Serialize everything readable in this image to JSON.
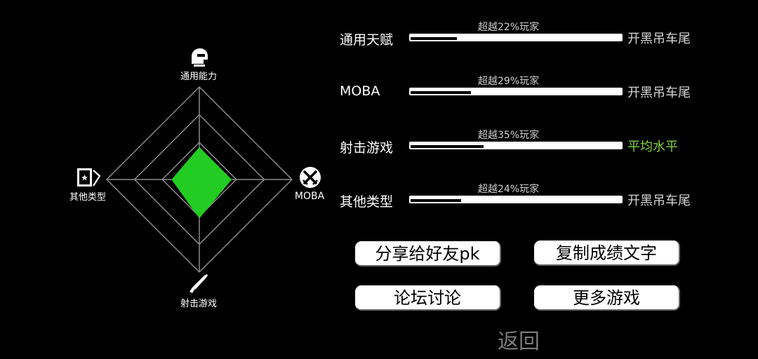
{
  "radar": {
    "axes": [
      {
        "label": "通用能力",
        "icon": "helmet-icon",
        "value": 0.35
      },
      {
        "label": "MOBA",
        "icon": "crossed-swords-icon",
        "value": 0.35
      },
      {
        "label": "射击游戏",
        "icon": "rifle-icon",
        "value": 0.42
      },
      {
        "label": "其他类型",
        "icon": "card-star-icon",
        "value": 0.3
      }
    ],
    "fill_color": "#22cc22",
    "grid_color": "#8a8a8a"
  },
  "stats": [
    {
      "label": "通用天赋",
      "percent_text": "超越22%玩家",
      "percent": 0.22,
      "level": "开黑吊车尾",
      "level_color": "#d6d6d6"
    },
    {
      "label": "MOBA",
      "percent_text": "超越29%玩家",
      "percent": 0.29,
      "level": "开黑吊车尾",
      "level_color": "#d6d6d6"
    },
    {
      "label": "射击游戏",
      "percent_text": "超越35%玩家",
      "percent": 0.35,
      "level": "平均水平",
      "level_color": "#7fd13a"
    },
    {
      "label": "其他类型",
      "percent_text": "超越24%玩家",
      "percent": 0.24,
      "level": "开黑吊车尾",
      "level_color": "#d6d6d6"
    }
  ],
  "buttons": {
    "share": "分享给好友pk",
    "copy": "复制成绩文字",
    "forum": "论坛讨论",
    "more": "更多游戏"
  },
  "back_label": "返回"
}
